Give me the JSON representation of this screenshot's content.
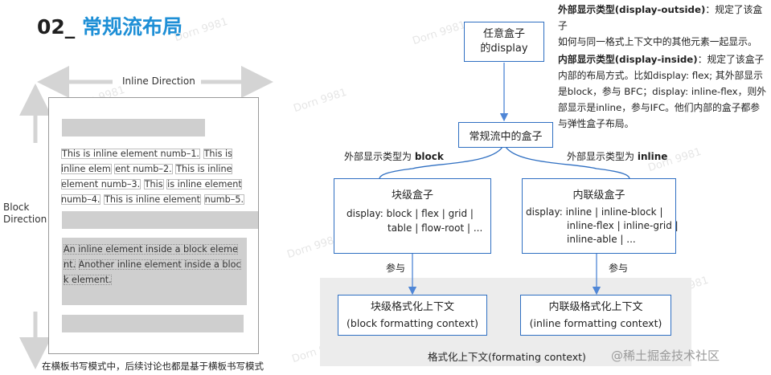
{
  "header": {
    "number": "02_",
    "title": "常规流布局"
  },
  "watermark": "Dorn 9981",
  "left": {
    "inline_direction": "Inline  Direction",
    "block_direction_1": "Block",
    "block_direction_2": "Direction",
    "inline_elements": [
      "This is inline element numb–1.",
      "This is inline elem",
      "ent numb–2.",
      "This is inline element numb–3.",
      "This",
      "is inline element numb–4.",
      "This is inline element",
      "numb–5."
    ],
    "block_inner": [
      "An inline element inside a block eleme",
      "nt.",
      "Another inline element inside a bloc",
      "k element."
    ],
    "caption": "在横板书写模式中，后续讨论也都是基于横板书写模式"
  },
  "right": {
    "any_box": [
      "任意盒子",
      "的display"
    ],
    "note_outside_label": "外部显示类型(display-outside)",
    "note_outside_text_1": "：规定了该盒子",
    "note_outside_text_2": "如何与同一格式上下文中的其他元素一起显示。",
    "note_inside_label": "内部显示类型(display-inside)",
    "note_inside_text": [
      "：规定了该盒子",
      "内部的布局方式。比如display: flex; 其外部显示",
      "是block，参与 BFC；display: inline-flex，则外",
      "部显示是inline，参与IFC。他们内部的盒子都参",
      "与弹性盒子布局。"
    ],
    "normal_flow_box": "常规流中的盒子",
    "outside_block_prefix": "外部显示类型为 ",
    "outside_block_value": "block",
    "outside_inline_prefix": "外部显示类型为 ",
    "outside_inline_value": "inline",
    "block_box": {
      "title": "块级盒子",
      "line1": "display:  block | flex | grid |",
      "line2": "table | flow-root | ..."
    },
    "inline_box": {
      "title": "内联级盒子",
      "line1": "display:  inline | inline-block |",
      "line2": "inline-flex | inline-grid |",
      "line3": "inline-able | ..."
    },
    "participate_1": "参与",
    "participate_2": "参与",
    "bfc": {
      "title": "块级格式化上下文",
      "sub": "(block formatting context)"
    },
    "ifc": {
      "title": "内联级格式化上下文",
      "sub": "(inline formatting context)"
    },
    "fc_label": "格式化上下文(formating context)",
    "site_mark": "@稀土掘金技术社区"
  },
  "colors": {
    "accent": "#1e8fd6",
    "node_border": "#2f6fc2",
    "arrow": "#4f86d6"
  }
}
